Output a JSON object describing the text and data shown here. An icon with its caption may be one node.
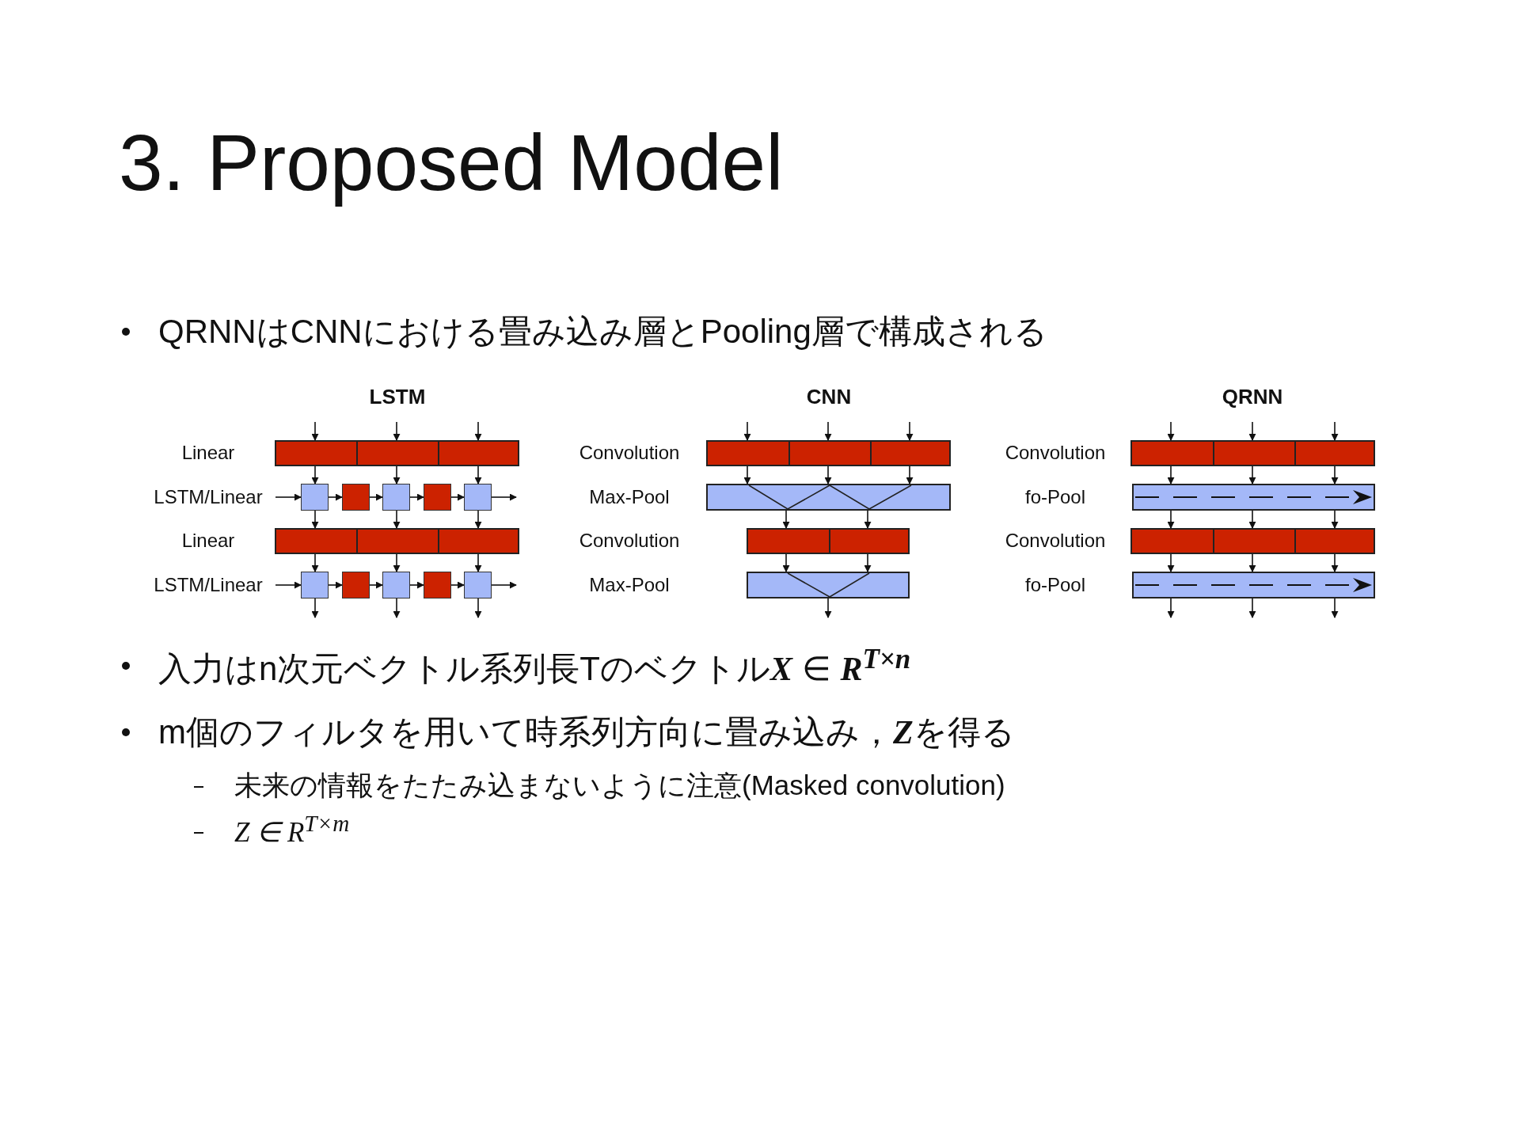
{
  "diagram": {
    "title": "3. Proposed Model",
    "nodes": [
      {
        "text": [],
        "shape": "bar"
      },
      {
        "text": [],
        "shape": "box"
      },
      {
        "text": [],
        "shape": "box"
      },
      {
        "text": [],
        "shape": "box"
      },
      {
        "text": [],
        "shape": "box"
      },
      {
        "text": [],
        "shape": "box"
      },
      {
        "text": [],
        "shape": "bar"
      },
      {
        "text": [],
        "shape": "box"
      },
      {
        "text": [],
        "shape": "box"
      },
      {
        "text": [],
        "shape": "box"
      },
      {
        "text": [],
        "shape": "box"
      },
      {
        "text": [],
        "shape": "box"
      },
      {
        "text": [],
        "shape": "bar"
      },
      {
        "text": [],
        "shape": "bar"
      },
      {
        "text": [],
        "shape": "bar"
      },
      {
        "text": [],
        "shape": "bar"
      },
      {
        "text": [],
        "shape": "bar"
      },
      {
        "text": [],
        "shape": "bar"
      },
      {
        "text": [],
        "shape": "bar"
      },
      {
        "text": [],
        "shape": "bar"
      }
    ],
    "edges": [
      {
        "from": null,
        "to": 0,
        "arrow": "to"
      },
      {
        "from": null,
        "to": 0,
        "arrow": "to"
      },
      {
        "from": null,
        "to": 0,
        "arrow": "to"
      },
      {
        "from": 0,
        "to": 1,
        "arrow": "to"
      },
      {
        "from": 0,
        "to": 3,
        "arrow": "to"
      },
      {
        "from": 0,
        "to": 5,
        "arrow": "to"
      },
      {
        "from": null,
        "to": 1,
        "arrow": "to"
      },
      {
        "from": 1,
        "to": 2,
        "arrow": "to"
      },
      {
        "from": 2,
        "to": 3,
        "arrow": "to"
      },
      {
        "from": 3,
        "to": 4,
        "arrow": "to"
      },
      {
        "from": 4,
        "to": 5,
        "arrow": "to"
      },
      {
        "from": 5,
        "to": null,
        "arrow": "to"
      },
      {
        "from": 1,
        "to": 6,
        "arrow": "to"
      },
      {
        "from": 3,
        "to": 6,
        "arrow": "to"
      },
      {
        "from": 5,
        "to": 6,
        "arrow": "to"
      },
      {
        "from": 6,
        "to": 7,
        "arrow": "to"
      },
      {
        "from": 6,
        "to": 9,
        "arrow": "to"
      },
      {
        "from": 6,
        "to": 11,
        "arrow": "to"
      },
      {
        "from": null,
        "to": 7,
        "arrow": "to"
      },
      {
        "from": 7,
        "to": 8,
        "arrow": "to"
      },
      {
        "from": 8,
        "to": 9,
        "arrow": "to"
      },
      {
        "from": 9,
        "to": 10,
        "arrow": "to"
      },
      {
        "from": 10,
        "to": 11,
        "arrow": "to"
      },
      {
        "from": 11,
        "to": null,
        "arrow": "to"
      },
      {
        "from": 7,
        "to": null,
        "arrow": "to"
      },
      {
        "from": 9,
        "to": null,
        "arrow": "to"
      },
      {
        "from": 11,
        "to": null,
        "arrow": "to"
      },
      {
        "from": null,
        "to": 12,
        "arrow": "to"
      },
      {
        "from": null,
        "to": 12,
        "arrow": "to"
      },
      {
        "from": null,
        "to": 12,
        "arrow": "to"
      },
      {
        "from": 12,
        "to": 13,
        "arrow": "to"
      },
      {
        "from": 12,
        "to": 13,
        "arrow": "to"
      },
      {
        "from": 12,
        "to": 13,
        "arrow": "to"
      },
      {
        "from": 13,
        "to": 14,
        "arrow": "to"
      },
      {
        "from": 13,
        "to": 14,
        "arrow": "to"
      },
      {
        "from": 14,
        "to": 15,
        "arrow": "to"
      },
      {
        "from": 14,
        "to": 15,
        "arrow": "to"
      },
      {
        "from": 15,
        "to": null,
        "arrow": "to"
      },
      {
        "from": null,
        "to": 16,
        "arrow": "to"
      },
      {
        "from": null,
        "to": 16,
        "arrow": "to"
      },
      {
        "from": null,
        "to": 16,
        "arrow": "to"
      },
      {
        "from": 16,
        "to": 17,
        "arrow": "to"
      },
      {
        "from": 16,
        "to": 17,
        "arrow": "to"
      },
      {
        "from": 16,
        "to": 17,
        "arrow": "to"
      },
      {
        "from": 17,
        "to": 18,
        "arrow": "to"
      },
      {
        "from": 17,
        "to": 18,
        "arrow": "to"
      },
      {
        "from": 17,
        "to": 18,
        "arrow": "to"
      },
      {
        "from": 18,
        "to": 19,
        "arrow": "to"
      },
      {
        "from": 18,
        "to": 19,
        "arrow": "to"
      },
      {
        "from": 18,
        "to": 19,
        "arrow": "to"
      },
      {
        "from": 19,
        "to": null,
        "arrow": "to"
      },
      {
        "from": 19,
        "to": null,
        "arrow": "to"
      },
      {
        "from": 19,
        "to": null,
        "arrow": "to"
      }
    ],
    "labels": [
      "QRNNはCNNにおける畳み込み層とPooling層で構成される",
      "LSTM",
      "CNN",
      "QRNN",
      "Linear",
      "Convolution",
      "Convolution",
      "LSTM/Linear",
      "Max-Pool",
      "fo-Pool",
      "Linear",
      "Convolution",
      "Convolution",
      "LSTM/Linear",
      "Max-Pool",
      "fo-Pool",
      "入力はn次元ベクトル系列長Tのベクトル**X** ∈ **R**$^{T×n}$",
      "m個のフィルタを用いて時系列方向に畳み込み，**Z**を得る",
      "未来の情報をたたみ込まないように注意(Masked convolution)",
      "Z ∈ R$^{T×m}$"
    ]
  }
}
